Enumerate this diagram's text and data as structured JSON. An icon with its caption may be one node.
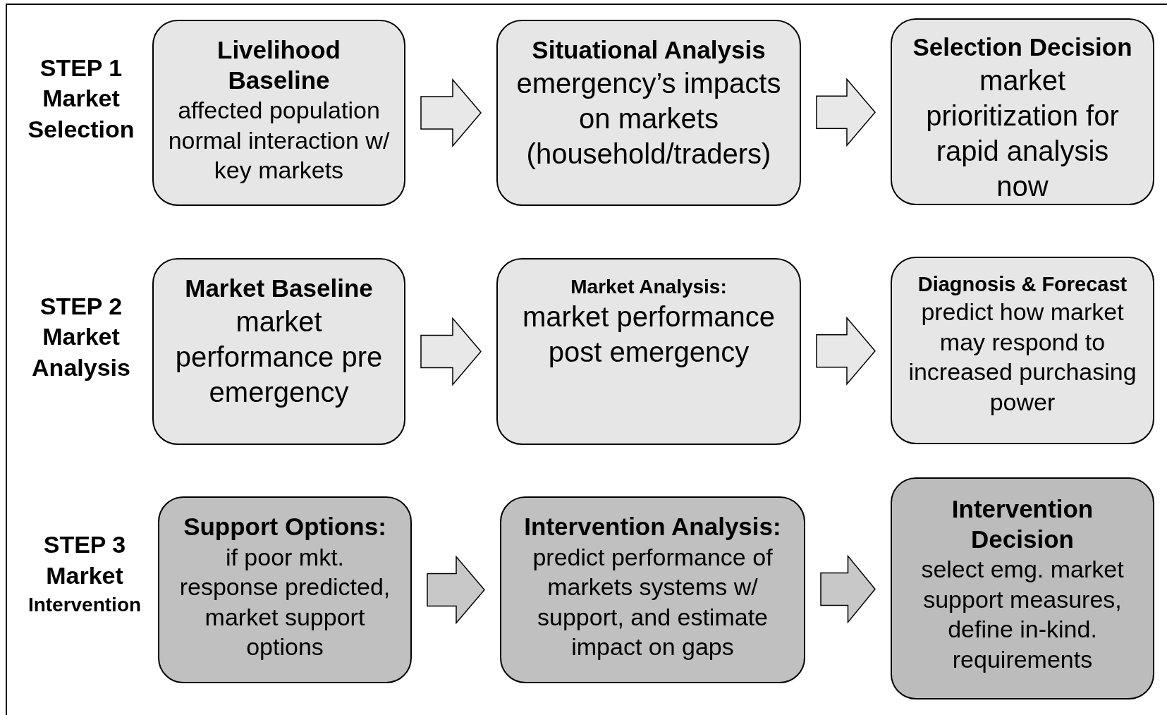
{
  "diagram": {
    "nodes": [
      {
        "text": [
          "Livelihood Baseline",
          "affected population normal interaction w/ key markets"
        ]
      },
      {
        "text": [
          "Situational Analysis",
          "emergency’s impacts on markets (household/traders)"
        ]
      },
      {
        "text": [
          "Selection Decision",
          "market prioritization for rapid analysis now"
        ]
      },
      {
        "text": [
          "Market Baseline",
          "market performance pre emergency"
        ]
      },
      {
        "text": [
          "Market Analysis:",
          "market performance post emergency"
        ]
      },
      {
        "text": [
          "Diagnosis & Forecast",
          "predict how market may respond to increased purchasing power"
        ]
      },
      {
        "text": [
          "Support Options:",
          "if poor mkt. response predicted, market support options"
        ]
      },
      {
        "text": [
          "Intervention Analysis:",
          "predict performance of markets systems w/ support, and estimate impact on gaps"
        ]
      },
      {
        "text": [
          "Intervention Decision",
          "select emg. market support measures, define in-kind. requirements"
        ]
      }
    ],
    "edges": [
      {
        "from": 0,
        "to": 1,
        "arrow": "to"
      },
      {
        "from": 1,
        "to": 2,
        "arrow": "to"
      },
      {
        "from": 3,
        "to": 4,
        "arrow": "to"
      },
      {
        "from": 4,
        "to": 5,
        "arrow": "to"
      },
      {
        "from": 6,
        "to": 7,
        "arrow": "to"
      },
      {
        "from": 7,
        "to": 8,
        "arrow": "to"
      }
    ],
    "labels": [
      "STEP 1",
      "Market Selection",
      "STEP 2",
      "Market Analysis",
      "STEP 3",
      "Market",
      "Intervention"
    ]
  }
}
